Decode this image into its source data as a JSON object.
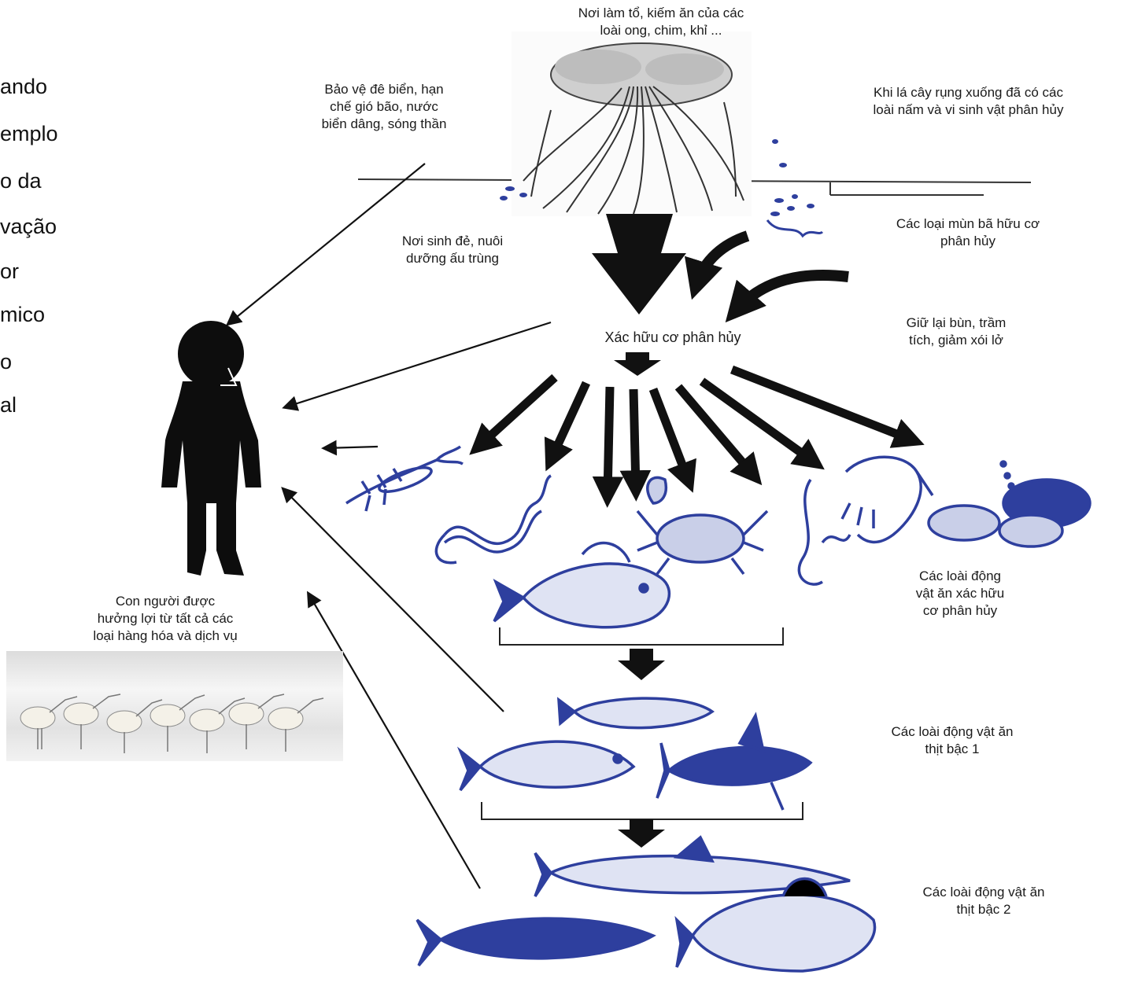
{
  "left_text_fragments": [
    "ando",
    "emplo",
    "o da",
    "vação",
    "or",
    "mico",
    "o",
    "al"
  ],
  "labels": {
    "nesting": [
      "Nơi làm tổ, kiếm ăn của các",
      "loài ong, chim, khỉ ..."
    ],
    "dike": [
      "Bảo vệ đê biển, hạn",
      "chế gió bão, nước",
      "biển dâng, sóng thần"
    ],
    "fallen_leaves": [
      "Khi lá cây rụng xuống đã có các",
      "loài nấm và vi sinh vật phân hủy"
    ],
    "spawning": [
      "Nơi sinh đẻ, nuôi",
      "dưỡng ấu trùng"
    ],
    "humus": [
      "Các loại mùn bã hữu cơ",
      "phân hủy"
    ],
    "sediment": [
      "Giữ lại bùn, trầm",
      "tích, giảm xói lở"
    ],
    "detritus": [
      "Xác hữu cơ phân hủy"
    ],
    "detritivores": [
      "Các loài động",
      "vật ăn xác hữu",
      "cơ phân hủy"
    ],
    "human": [
      "Con người được",
      "hưởng lợi từ tất cả các",
      "loại hàng hóa và dịch vụ"
    ],
    "carnivores1": [
      "Các loài động vật ăn",
      "thịt bậc 1"
    ],
    "carnivores2": [
      "Các loài động vật ăn",
      "thịt bậc 2"
    ]
  },
  "colors": {
    "organism_blue": "#2e3f9e",
    "arrow_black": "#111111",
    "human_silhouette": "#0d0d0d"
  },
  "icons": [
    "mangrove-tree-icon",
    "human-silhouette-icon",
    "lobster-icon",
    "worm-icon",
    "crab-icon",
    "shrimp-icon",
    "clam-icon",
    "fish-icon",
    "shark-icon",
    "birds-photo"
  ]
}
